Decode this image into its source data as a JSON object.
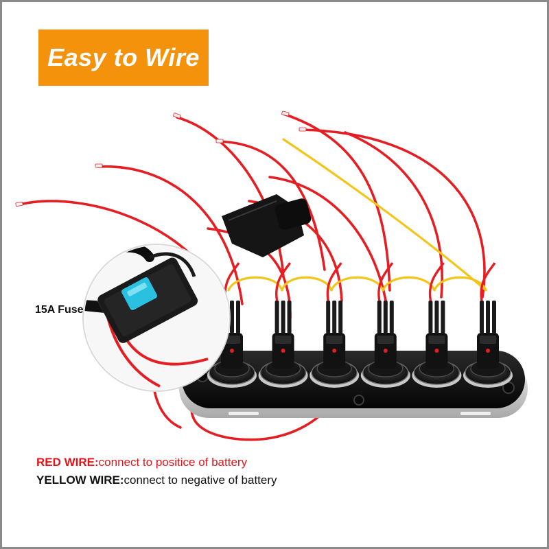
{
  "banner": {
    "text": "Easy to Wire",
    "color": "#f5920c"
  },
  "fuse_label": "15A Fuse",
  "legend": [
    {
      "key": "RED WIRE:",
      "desc": "connect to positice of battery",
      "key_color": "#e0161b",
      "desc_color": "#e0161b"
    },
    {
      "key": "YELLOW WIRE:",
      "desc": "connect to negative of battery",
      "key_color": "#111111",
      "desc_color": "#111111"
    }
  ],
  "product": {
    "switch_count": 6,
    "wire_color_red": "#e41e22",
    "wire_color_yellow": "#f3c51b",
    "fuse_color": "#2ac1e0",
    "panel_color": "#111111",
    "panel_rim_color": "#d4d4d4"
  }
}
